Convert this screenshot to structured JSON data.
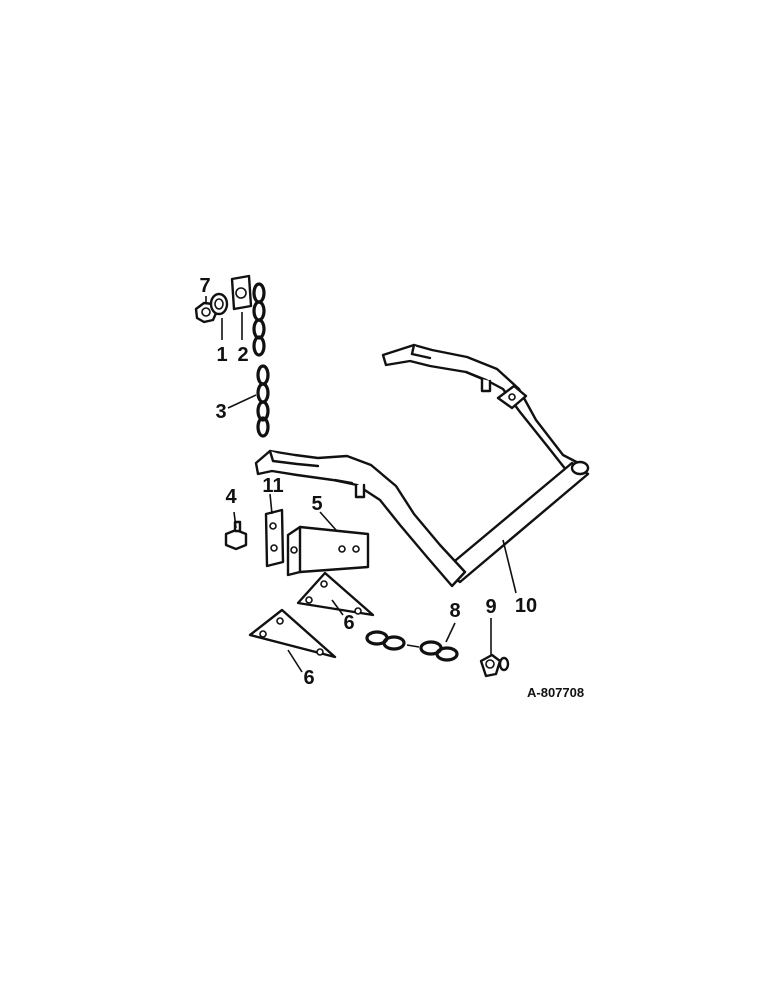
{
  "callouts": {
    "c1": "1",
    "c2": "2",
    "c3": "3",
    "c4": "4",
    "c5": "5",
    "c6a": "6",
    "c6b": "6",
    "c7": "7",
    "c8": "8",
    "c9": "9",
    "c10": "10",
    "c11": "11"
  },
  "reference_code": "A-807708"
}
